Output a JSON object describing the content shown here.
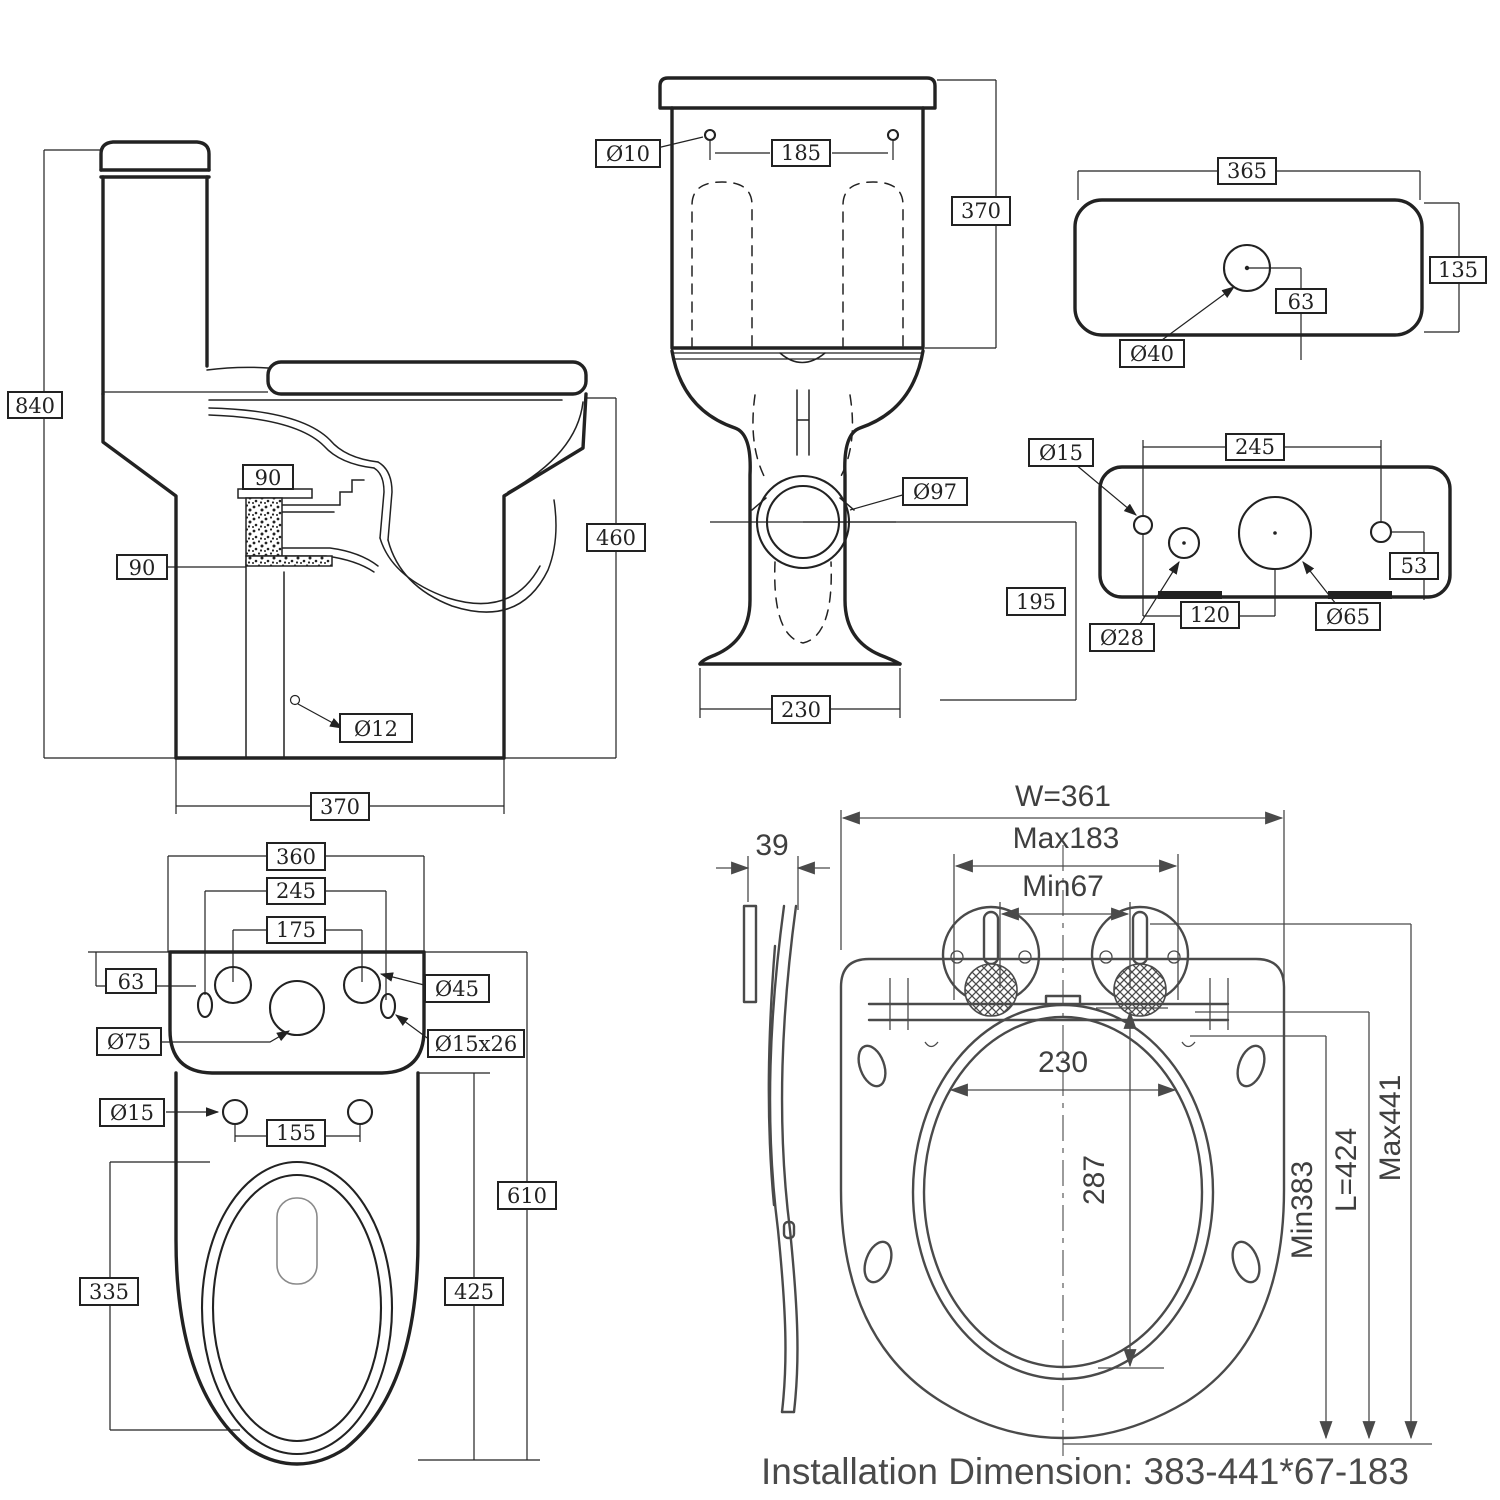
{
  "drawing": {
    "side_view": {
      "height": "840",
      "spigot_width": "90",
      "spigot_offset": "90",
      "bowl_height": "460",
      "floor_hole": "Ø12",
      "depth": "370"
    },
    "front_view": {
      "bolt_hole": "Ø10",
      "bolt_spacing": "185",
      "tank_height": "370",
      "outlet": "Ø97",
      "outlet_height": "195",
      "base_width": "230"
    },
    "tank_top_view": {
      "width": "365",
      "depth": "135",
      "button_offset": "63",
      "button": "Ø40"
    },
    "tank_rear_view": {
      "side_hole": "Ø15",
      "hole_spacing": "245",
      "corner_offset": "53",
      "inlet": "Ø28",
      "inlet_offset": "120",
      "flush_valve": "Ø65"
    },
    "plan_view": {
      "width": "360",
      "holes_outer_span": "245",
      "holes_inner_span": "175",
      "edge_offset": "63",
      "hole_medium": "Ø45",
      "hole_large": "Ø75",
      "slot": "Ø15x26",
      "seat_hole": "Ø15",
      "seat_hole_span": "155",
      "length": "610",
      "bowl_length": "425",
      "bowl_width": "335"
    },
    "seat_view": {
      "thickness": "39",
      "width": "W=361",
      "hinge_max": "Max183",
      "hinge_min": "Min67",
      "opening_width": "230",
      "opening_depth": "287",
      "length_min": "Min383",
      "length_std": "L=424",
      "length_max": "Max441"
    },
    "footer": {
      "installation_dimension": "Installation Dimension: 383-441*67-183"
    }
  }
}
